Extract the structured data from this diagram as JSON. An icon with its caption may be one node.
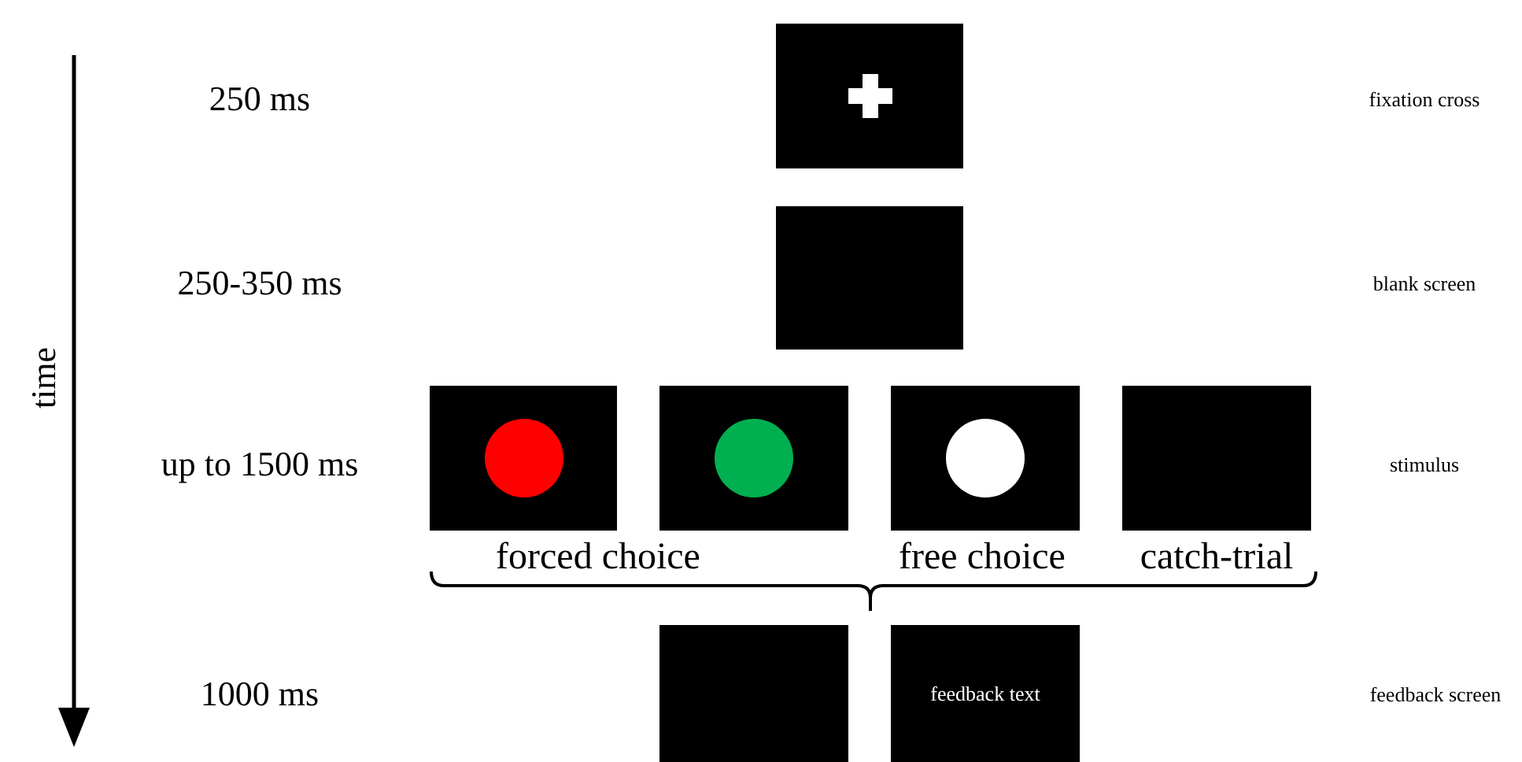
{
  "diagram": {
    "nodes": [
      {
        "text": [],
        "shape": "box"
      },
      {
        "text": [],
        "shape": "box"
      },
      {
        "text": [],
        "shape": "box"
      },
      {
        "text": [],
        "shape": "box"
      },
      {
        "text": [],
        "shape": "box"
      },
      {
        "text": [],
        "shape": "box"
      },
      {
        "text": [],
        "shape": "box"
      },
      {
        "text": [
          "feedback text"
        ]
      }
    ],
    "edges": [],
    "labels": [
      "250 ms",
      "fixation cross",
      "250-350 ms",
      "blank screen",
      "time",
      "up to 1500 ms",
      "stimulus",
      "forced choice",
      "free choice",
      "catch-trial",
      "1000 ms",
      "feedback screen"
    ]
  }
}
